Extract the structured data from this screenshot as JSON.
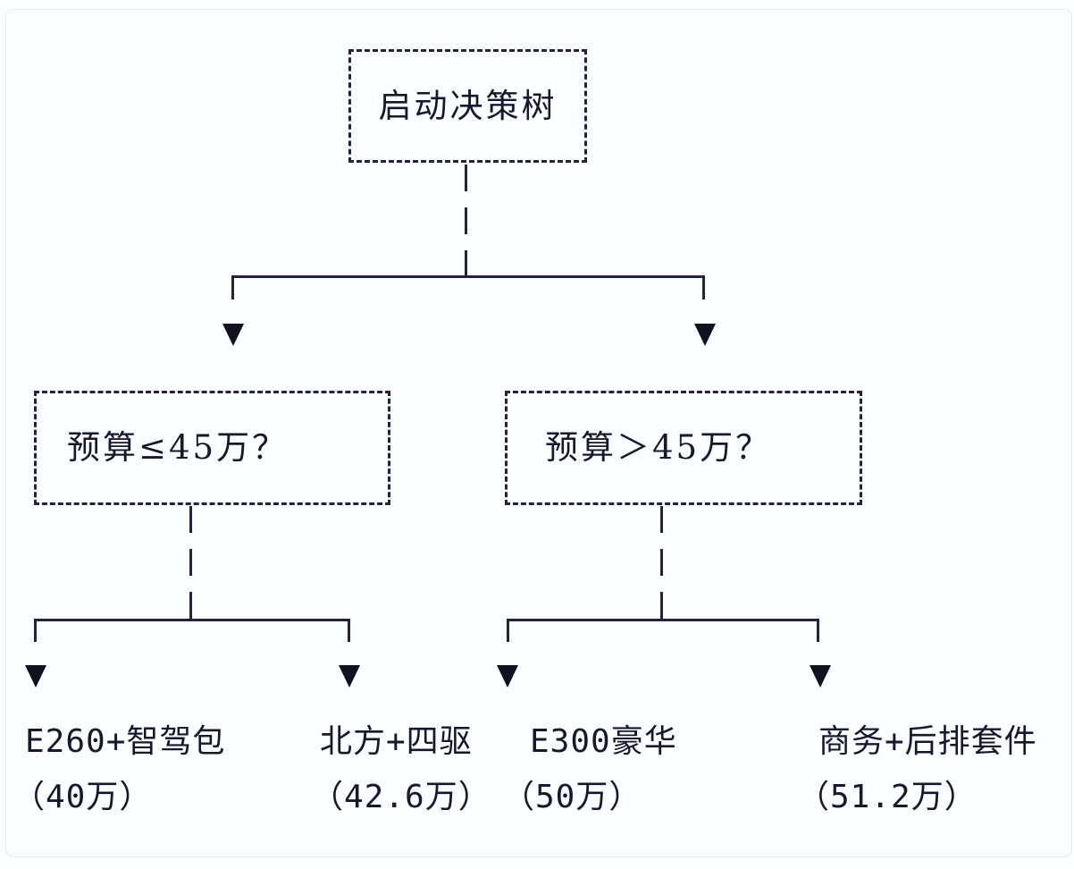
{
  "diagram": {
    "type": "decision-tree",
    "root_label": "启动决策树",
    "branches": [
      {
        "condition": "预算≤45万？",
        "leaves": [
          {
            "name": "E260+智驾包",
            "price": "（40万）"
          },
          {
            "name": "北方+四驱",
            "price": "（42.6万）"
          }
        ]
      },
      {
        "condition": "预算＞45万？",
        "leaves": [
          {
            "name": "E300豪华",
            "price": "（50万）"
          },
          {
            "name": "商务+后排套件",
            "price": "（51.2万）"
          }
        ]
      }
    ],
    "icons": {
      "branch_arrow": "down-triangle"
    }
  },
  "colors": {
    "line": "#1f2540",
    "text": "#14192e",
    "arrow": "#0f1320",
    "background": "#fcfdfe",
    "card_border": "#e7eaee"
  }
}
